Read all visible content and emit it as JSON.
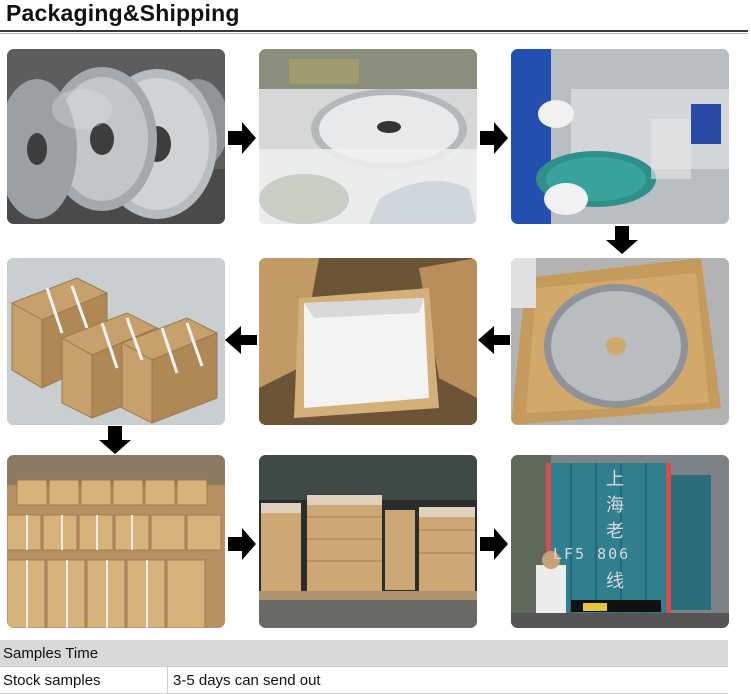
{
  "section": {
    "title": "Packaging&Shipping"
  },
  "photos": [
    {
      "name": "blade-rolls-photo",
      "subject": "steel blade cores in storage"
    },
    {
      "name": "blade-bubble-wrap-photo",
      "subject": "saw blade wrapped in film"
    },
    {
      "name": "blade-inspection-photo",
      "subject": "blade being checked on bench"
    },
    {
      "name": "strapped-cartons-photo",
      "subject": "strapped cartons"
    },
    {
      "name": "empty-carton-photo",
      "subject": "open carton with foam"
    },
    {
      "name": "blade-in-carton-photo",
      "subject": "blade placed in carton"
    },
    {
      "name": "stacked-cartons-photo",
      "subject": "cartons stacked in warehouse"
    },
    {
      "name": "pallets-photo",
      "subject": "cartons on pallets"
    },
    {
      "name": "container-truck-photo",
      "subject": "shipping container on truck"
    }
  ],
  "container_markings": {
    "line1": "上",
    "line2": "海",
    "line3": "老",
    "code": "LF5 806",
    "line4": "线"
  },
  "samples_table": {
    "header": "Samples Time",
    "rows": [
      {
        "label": "Stock samples",
        "value": "3-5 days can send out"
      }
    ]
  },
  "colors": {
    "arrow": "#000000",
    "table_header_bg": "#d9d9d9",
    "container_blue": "#2f7f8f"
  }
}
